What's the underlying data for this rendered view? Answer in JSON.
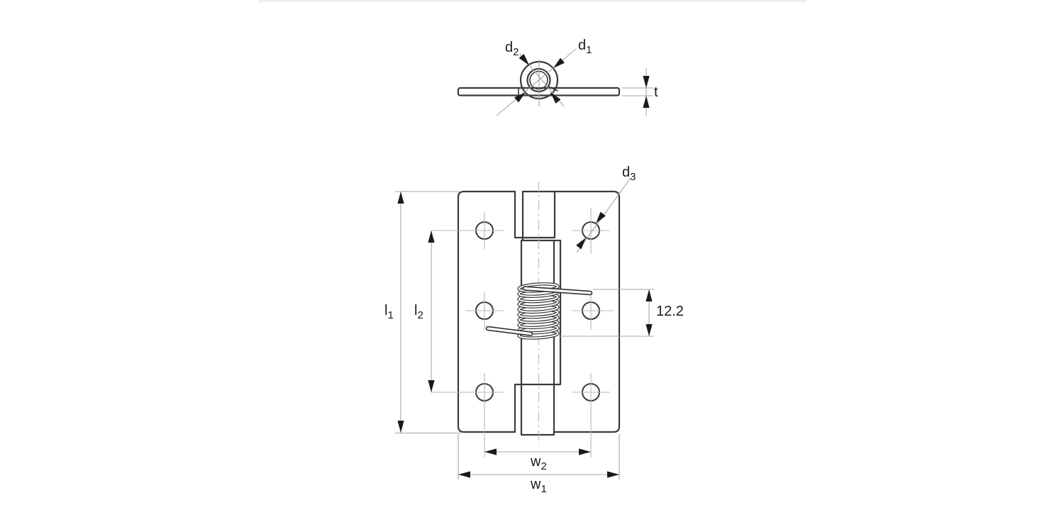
{
  "page": {
    "background": "#ffffff",
    "panel_top_border_color": "#ececec"
  },
  "drawing": {
    "colors": {
      "outline": "#3a3a3a",
      "dimension_line": "#a5a5a5",
      "centerline": "#b8b8b8",
      "arrow_and_text": "#1a1a1a"
    },
    "top_view": {
      "labels": {
        "d2": {
          "base": "d",
          "sub": "2"
        },
        "d1": {
          "base": "d",
          "sub": "1"
        },
        "t": "t"
      }
    },
    "front_view": {
      "labels": {
        "d3": {
          "base": "d",
          "sub": "3"
        },
        "l1": {
          "base": "l",
          "sub": "1"
        },
        "l2": {
          "base": "l",
          "sub": "2"
        },
        "w1": {
          "base": "w",
          "sub": "1"
        },
        "w2": {
          "base": "w",
          "sub": "2"
        },
        "spring_length": "12.2"
      }
    }
  }
}
